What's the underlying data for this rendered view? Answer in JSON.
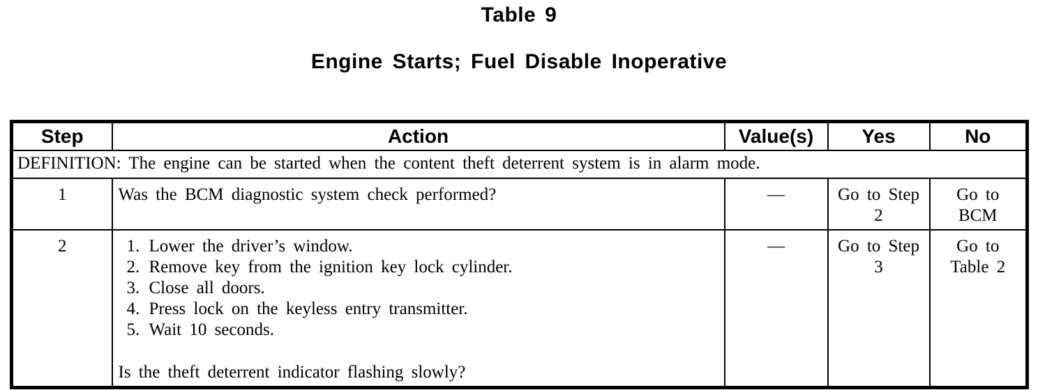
{
  "page": {
    "title": "Table 9",
    "subtitle": "Engine Starts; Fuel Disable Inoperative"
  },
  "table": {
    "columns": [
      "Step",
      "Action",
      "Value(s)",
      "Yes",
      "No"
    ],
    "definition": "DEFINITION: The engine can be started when the content theft deterrent system is in alarm mode.",
    "rows": [
      {
        "step": "1",
        "action_question": "Was the BCM diagnostic system check performed?",
        "value": "—",
        "yes": "Go to Step\n2",
        "no": "Go to\nBCM"
      },
      {
        "step": "2",
        "action_items": [
          "Lower the driver’s window.",
          "Remove key from the ignition key lock cylinder.",
          "Close all doors.",
          "Press lock on the keyless entry transmitter.",
          "Wait 10 seconds."
        ],
        "action_question": "Is the theft deterrent indicator flashing slowly?",
        "value": "—",
        "yes": "Go to Step\n3",
        "no": "Go to\nTable 2"
      }
    ]
  }
}
